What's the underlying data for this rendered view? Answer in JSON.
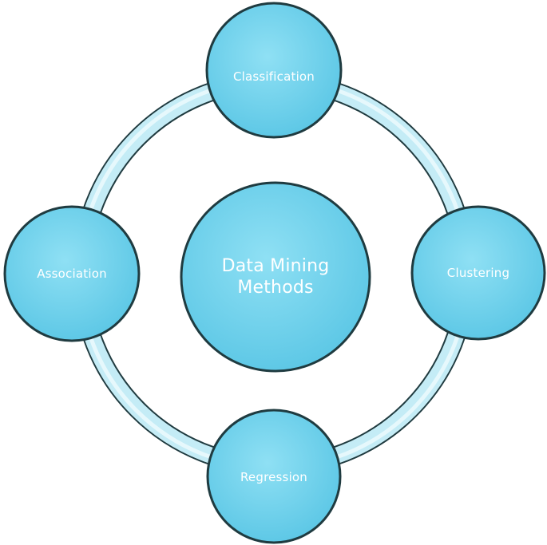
{
  "diagram": {
    "center": {
      "label_line1": "Data Mining",
      "label_line2": "Methods"
    },
    "nodes": {
      "top": "Classification",
      "right": "Clustering",
      "bottom": "Regression",
      "left": "Association"
    }
  },
  "colors": {
    "node_fill": "#6fd1ec",
    "node_fill_light": "#8fe0f4",
    "node_stroke": "#1f3b40",
    "ring_fill": "#c4ecf6",
    "ring_stroke": "#1f3b40",
    "text": "#ffffff"
  }
}
